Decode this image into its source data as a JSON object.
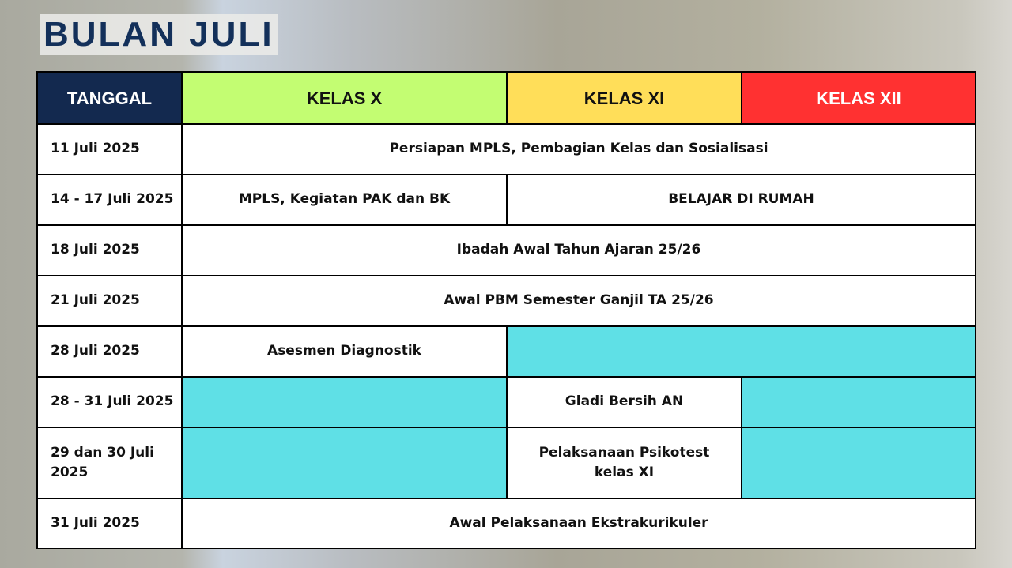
{
  "title": "BULAN JULI",
  "headers": {
    "date": "TANGGAL",
    "x": "KELAS X",
    "xi": "KELAS XI",
    "xii": "KELAS XII"
  },
  "colors": {
    "date_header": "#13294f",
    "x": "#c3fd72",
    "xi": "#ffde59",
    "xii": "#ff3131",
    "empty": "#5fe0e6"
  },
  "rows": [
    {
      "date": "11 Juli 2025",
      "all": "Persiapan MPLS, Pembagian Kelas dan Sosialisasi"
    },
    {
      "date": "14 - 17 Juli 2025",
      "x": "MPLS, Kegiatan PAK dan BK",
      "xi_xii": "BELAJAR DI RUMAH"
    },
    {
      "date": "18 Juli 2025",
      "all": "Ibadah Awal Tahun Ajaran 25/26"
    },
    {
      "date": "21 Juli 2025",
      "all": "Awal PBM Semester Ganjil TA 25/26"
    },
    {
      "date": "28 Juli 2025",
      "x": "Asesmen Diagnostik"
    },
    {
      "date": "28 - 31 Juli 2025",
      "xi": "Gladi Bersih AN"
    },
    {
      "date": "29 dan 30 Juli 2025",
      "xi": "Pelaksanaan Psikotest kelas XI"
    },
    {
      "date": "31 Juli 2025",
      "all": "Awal Pelaksanaan Ekstrakurikuler"
    }
  ]
}
